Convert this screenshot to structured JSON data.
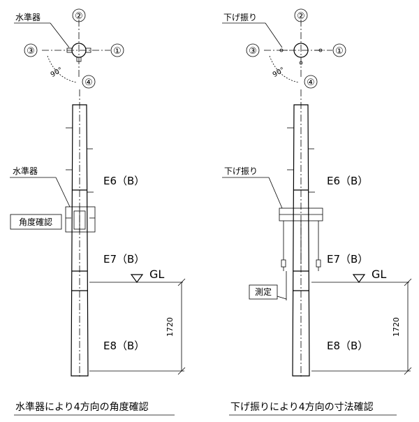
{
  "left": {
    "tool_label_top": "水準器",
    "tool_label_side": "水準器",
    "check_label": "角度確認",
    "caption": "水準器により4方向の角度確認"
  },
  "right": {
    "tool_label_top": "下げ振り",
    "tool_label_side": "下げ振り",
    "check_label": "測定",
    "caption": "下げ振りにより4方向の寸法確認"
  },
  "directions": [
    "①",
    "②",
    "③",
    "④"
  ],
  "angle": "90°",
  "segments": [
    "E6（B）",
    "E7（B）",
    "E8（B）"
  ],
  "ground_label": "GL",
  "height_dim": "1720"
}
